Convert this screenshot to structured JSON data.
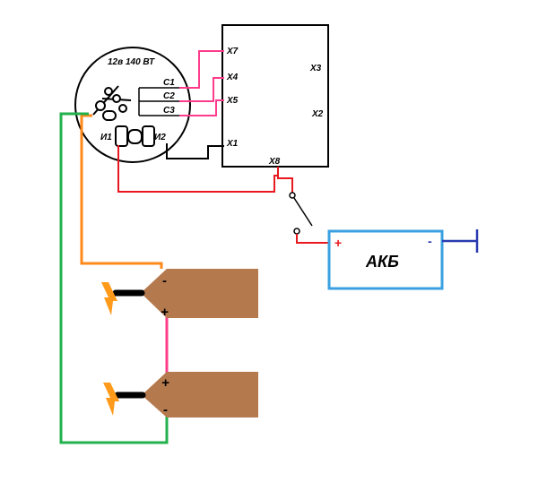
{
  "generator": {
    "rating": "12в 140 ВТ",
    "terminals": {
      "c1": "С1",
      "c2": "С2",
      "c3": "С3",
      "i1": "И1",
      "i2": "И2"
    }
  },
  "regulator": {
    "pins": {
      "x7": "X7",
      "x4": "X4",
      "x5": "X5",
      "x1": "X1",
      "x3": "X3",
      "x2": "X2",
      "x8": "X8"
    }
  },
  "battery": {
    "label": "АКБ",
    "plus": "+",
    "minus": "-"
  },
  "electrodes": [
    {
      "top_sign": "-",
      "bottom_sign": "+"
    },
    {
      "top_sign": "+",
      "bottom_sign": "-"
    }
  ],
  "colors": {
    "pink": "#ff3c8c",
    "orange": "#ff8a1a",
    "green": "#22b14c",
    "red": "#e8181e",
    "blue": "#2a3ab0",
    "battery_border": "#3aa0e0",
    "electrode": "#b5794e",
    "spark": "#ff9a1a"
  },
  "icons": [
    "switch-icon",
    "spark-icon",
    "ground-icon",
    "brush-icon"
  ]
}
